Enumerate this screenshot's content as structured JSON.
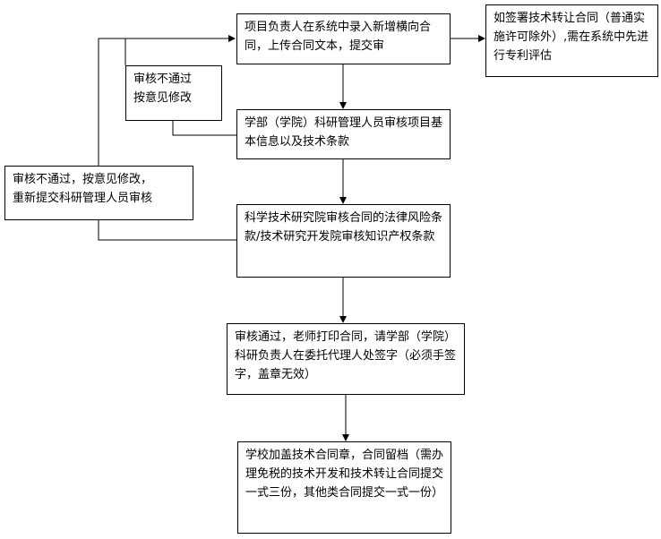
{
  "flowchart": {
    "step1": "项目负责人在系统中录入新增横向合同，上传合同文本，提交审",
    "side_note": "如签署技术转让合同（普通实施许可除外）,需在系统中先进行专利评估",
    "step2": "学部（学院）科研管理人员审核项目基本信息以及技术条款",
    "reject1": "审核不通过\n按意见修改",
    "step3": "科学技术研究院审核合同的法律风险条款/技术研究开发院审核知识产权条款",
    "reject2": "审核不通过，按意见修改，\n重新提交科研管理人员审核",
    "step4": "审核通过，老师打印合同，请学部（学院）科研负责人在委托代理人处签字（必须手签字，盖章无效）",
    "step5": "学校加盖技术合同章，合同留档（需办理免税的技术开发和技术转让合同提交一式三份，其他类合同提交一式一份）"
  }
}
